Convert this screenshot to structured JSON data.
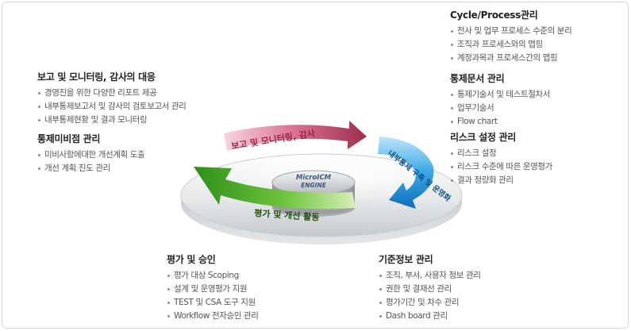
{
  "engine": {
    "line1": "MicroICM",
    "line2": "ENGINE"
  },
  "arrows": {
    "top": "보고 및 모니터링, 감사",
    "right": "내부통제 구축 및 운영화",
    "bottom": "평가 및 개선 활동"
  },
  "blocks": {
    "cycle": {
      "title": "Cycle/Process관리",
      "items": [
        "전사 및 업무 프로세스 수준의 분리",
        "조직과 프로세스와의 맵핑",
        "계정과목과 프로세스간의 맵핑"
      ]
    },
    "doc": {
      "title": "통제문서 관리",
      "items": [
        "통제기술서 및 테스트절차서",
        "업무기술서",
        "Flow chart"
      ]
    },
    "risk": {
      "title": "리스크 설정 관리",
      "items": [
        "리스크 설정",
        "리스크 수준에 따른 운영평가",
        "결과 정량화 관리"
      ]
    },
    "report": {
      "title": "보고 및 모니터링, 감사의 대응",
      "items": [
        "경영진을 위한 다양한 리포트 제공",
        "내부통제보고서 및 감사의 검토보고서 관리",
        "내부통제현황 및 결과 모니터링"
      ]
    },
    "defect": {
      "title": "통제미비점 관리",
      "items": [
        "미비사항에대한 개선계획 도출",
        "개선 계획 진도 관리"
      ]
    },
    "eval": {
      "title": "평가 및 승인",
      "items": [
        "평가 대상 Scoping",
        "설계 및 운영평가 지원",
        "TEST 및 CSA 도구 지원",
        "Workflow 전자승인 관리"
      ]
    },
    "base": {
      "title": "기준정보 관리",
      "items": [
        "조직, 부서, 사용자 정보 관리",
        "권한 및 결재선 관리",
        "평가기간 및 차수 관리",
        "Dash board 관리"
      ]
    }
  }
}
